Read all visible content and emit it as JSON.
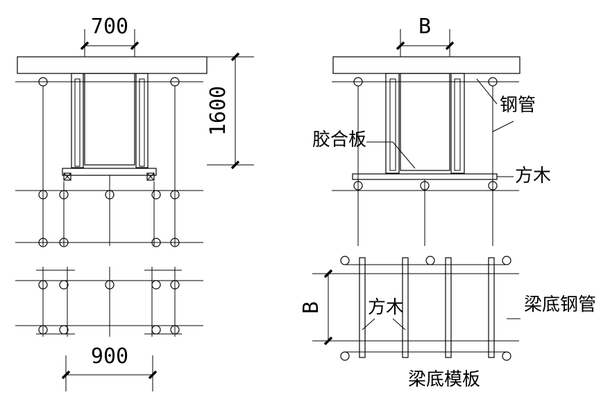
{
  "left_section": {
    "width_dim": "700",
    "height_dim": "1600"
  },
  "left_plan": {
    "width_dim": "900"
  },
  "right_section": {
    "width_dim": "B",
    "label_steel_pipe": "钢管",
    "label_plywood": "胶合板",
    "label_timber": "方木"
  },
  "right_plan": {
    "width_dim": "B",
    "label_timber": "方木",
    "label_bottom_pipe": "梁底钢管",
    "label_bottom_formwork": "梁底模板"
  }
}
